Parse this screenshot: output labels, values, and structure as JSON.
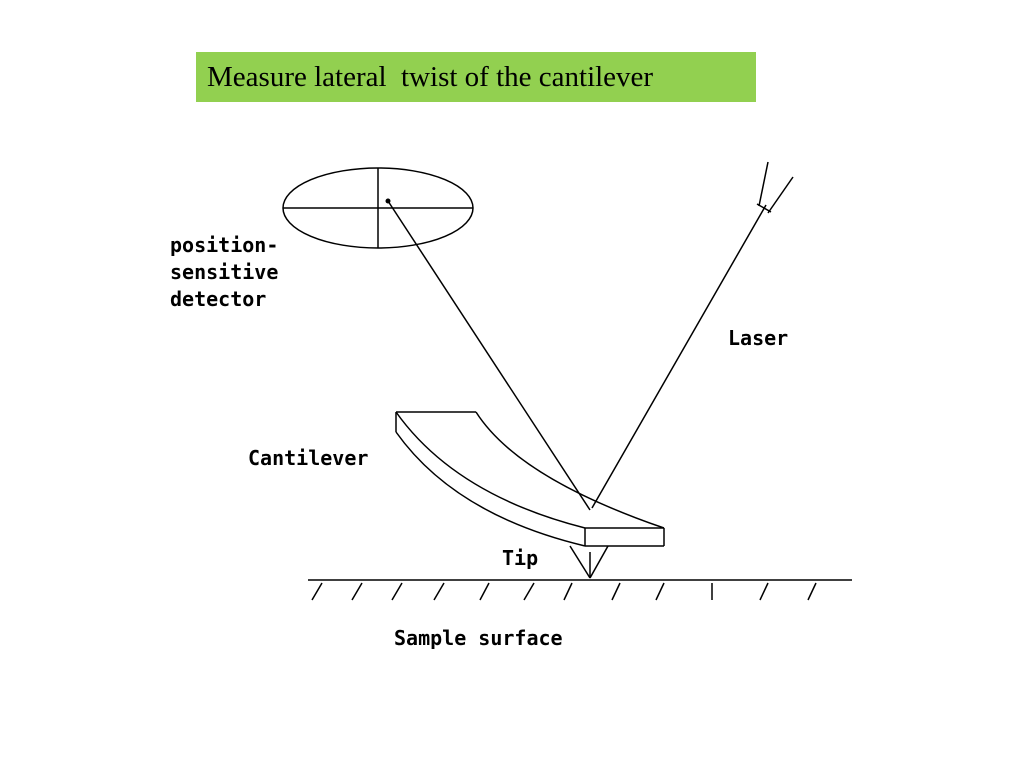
{
  "title": "Measure lateral  twist of the cantilever",
  "labels": {
    "detector_line1": "position-",
    "detector_line2": "sensitive",
    "detector_line3": "detector",
    "laser": "Laser",
    "cantilever": "Cantilever",
    "tip": "Tip",
    "sample_surface": "Sample surface"
  },
  "colors": {
    "title_background": "#92d050",
    "lines": "#000000"
  }
}
